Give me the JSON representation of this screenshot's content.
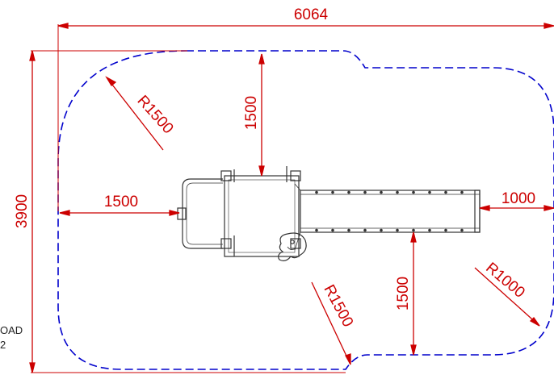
{
  "colors": {
    "dimension": "#cc0000",
    "safety_zone": "#0000cc",
    "equipment": "#333333"
  },
  "dimensions": {
    "overall_width": "6064",
    "overall_height": "3900",
    "top_clearance": "1500",
    "left_clearance": "1500",
    "right_clearance": "1000",
    "bottom_clearance": "1500",
    "radius_top_left": "R1500",
    "radius_bottom_mid": "R1500",
    "radius_bottom_right": "R1000"
  },
  "notes": {
    "line1": "OAD",
    "line2": "2"
  }
}
